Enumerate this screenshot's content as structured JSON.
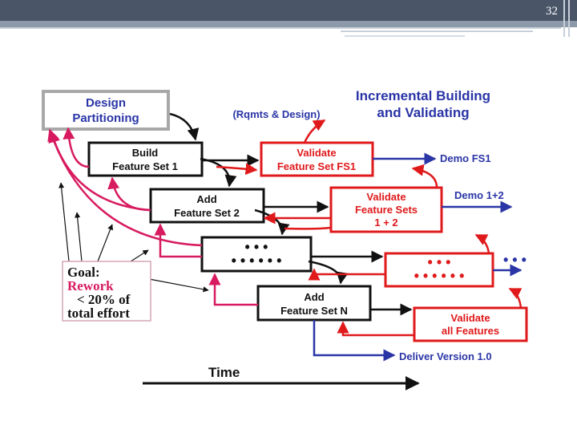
{
  "slide": {
    "page_number": "32"
  },
  "colors": {
    "black": "#111111",
    "red": "#e0191b",
    "blue": "#2a35a6",
    "pink": "#d81b60",
    "gray": "#a8a8a8"
  },
  "diagram": {
    "title_line1": "Incremental Building",
    "title_line2": "and Validating",
    "design_partitioning": {
      "line1": "Design",
      "line2": "Partitioning"
    },
    "rqmts_label": "(Rqmts & Design)",
    "build_boxes": [
      {
        "line1": "Build",
        "line2": "Feature Set 1"
      },
      {
        "line1": "Add",
        "line2": "Feature Set 2"
      },
      {
        "line1": "• • •",
        "line2": "• • • • • •"
      },
      {
        "line1": "Add",
        "line2": "Feature Set N"
      }
    ],
    "validate_boxes": [
      {
        "line1": "Validate",
        "line2": "Feature Set FS1",
        "line3": ""
      },
      {
        "line1": "Validate",
        "line2": "Feature Sets",
        "line3": "1 + 2"
      },
      {
        "line1": "• • •",
        "line2": "• • • • • •",
        "line3": ""
      },
      {
        "line1": "Validate",
        "line2": "all Features",
        "line3": ""
      }
    ],
    "outputs": [
      "Demo FS1",
      "Demo 1+2",
      "• • •",
      "Deliver Version 1.0"
    ],
    "goal": {
      "line1": "Goal:",
      "line2": "Rework",
      "line3": "< 20% of",
      "line4": "total effort"
    },
    "time_label": "Time"
  }
}
